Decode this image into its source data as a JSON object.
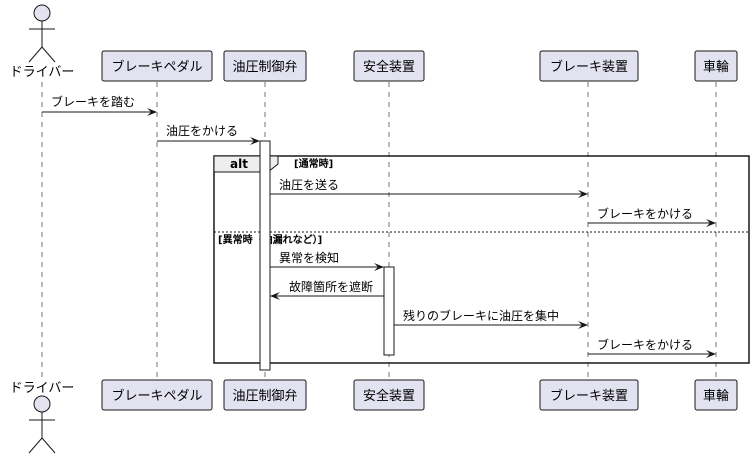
{
  "participants": [
    {
      "id": "driver",
      "label": "ドライバー",
      "kind": "actor"
    },
    {
      "id": "pedal",
      "label": "ブレーキペダル",
      "kind": "box"
    },
    {
      "id": "valve",
      "label": "油圧制御弁",
      "kind": "box"
    },
    {
      "id": "safety",
      "label": "安全装置",
      "kind": "box"
    },
    {
      "id": "brake",
      "label": "ブレーキ装置",
      "kind": "box"
    },
    {
      "id": "wheel",
      "label": "車輪",
      "kind": "box"
    }
  ],
  "messages": [
    {
      "from": "driver",
      "to": "pedal",
      "label": "ブレーキを踏む"
    },
    {
      "from": "pedal",
      "to": "valve",
      "label": "油圧をかける"
    },
    {
      "from": "valve",
      "to": "brake",
      "label": "油圧を送る"
    },
    {
      "from": "brake",
      "to": "wheel",
      "label": "ブレーキをかける"
    },
    {
      "from": "valve",
      "to": "safety",
      "label": "異常を検知"
    },
    {
      "from": "safety",
      "to": "valve",
      "label": "故障箇所を遮断"
    },
    {
      "from": "safety",
      "to": "brake",
      "label": "残りのブレーキに油圧を集中"
    },
    {
      "from": "brake",
      "to": "wheel",
      "label": "ブレーキをかける"
    }
  ],
  "alt_frame": {
    "keyword": "alt",
    "guard_normal": "[通常時]",
    "guard_abnormal": "[異常時（油漏れなど）]"
  },
  "colors": {
    "participant_fill": "#e2e2f0",
    "participant_border": "#181818",
    "line": "#181818"
  }
}
